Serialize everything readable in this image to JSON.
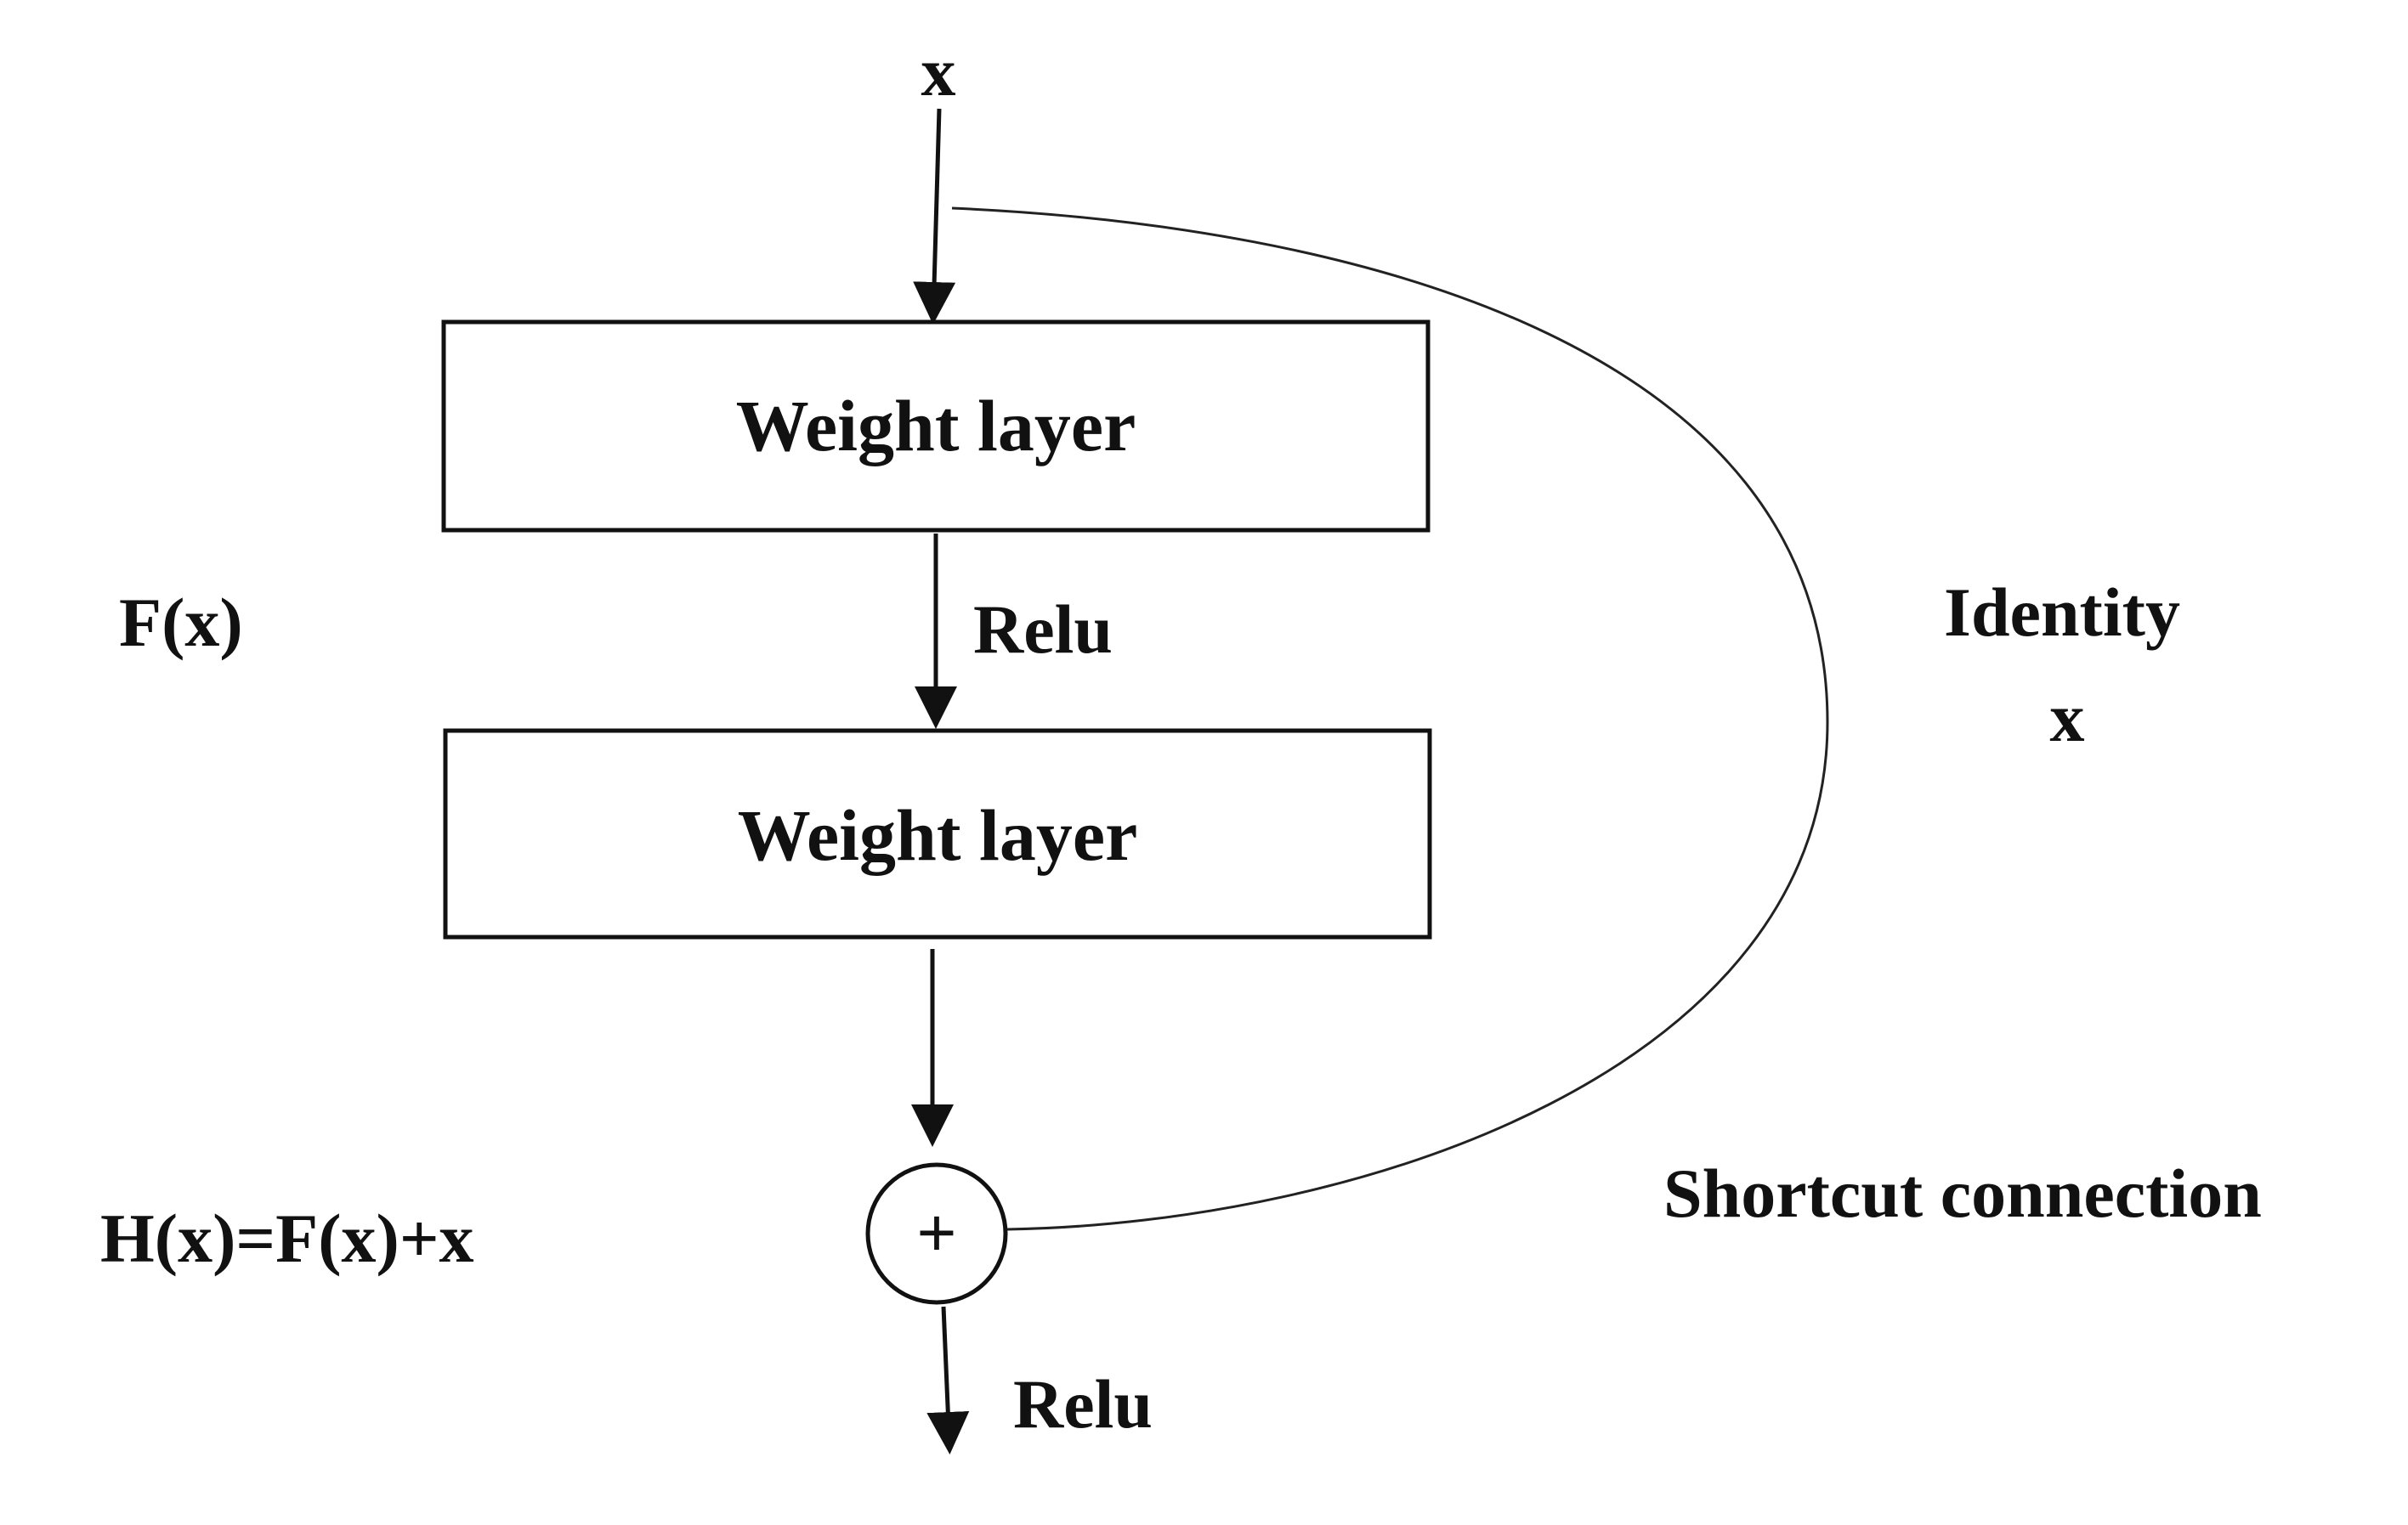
{
  "diagram": {
    "input_label": "x",
    "layer1_label": "Weight layer",
    "relu_mid_label": "Relu",
    "layer2_label": "Weight layer",
    "fx_label": "F(x)",
    "identity_label": "Identity",
    "identity_x_label": "x",
    "shortcut_label": "Shortcut connection",
    "hx_label": "H(x)=F(x)+x",
    "plus_symbol": "+",
    "relu_out_label": "Relu"
  }
}
